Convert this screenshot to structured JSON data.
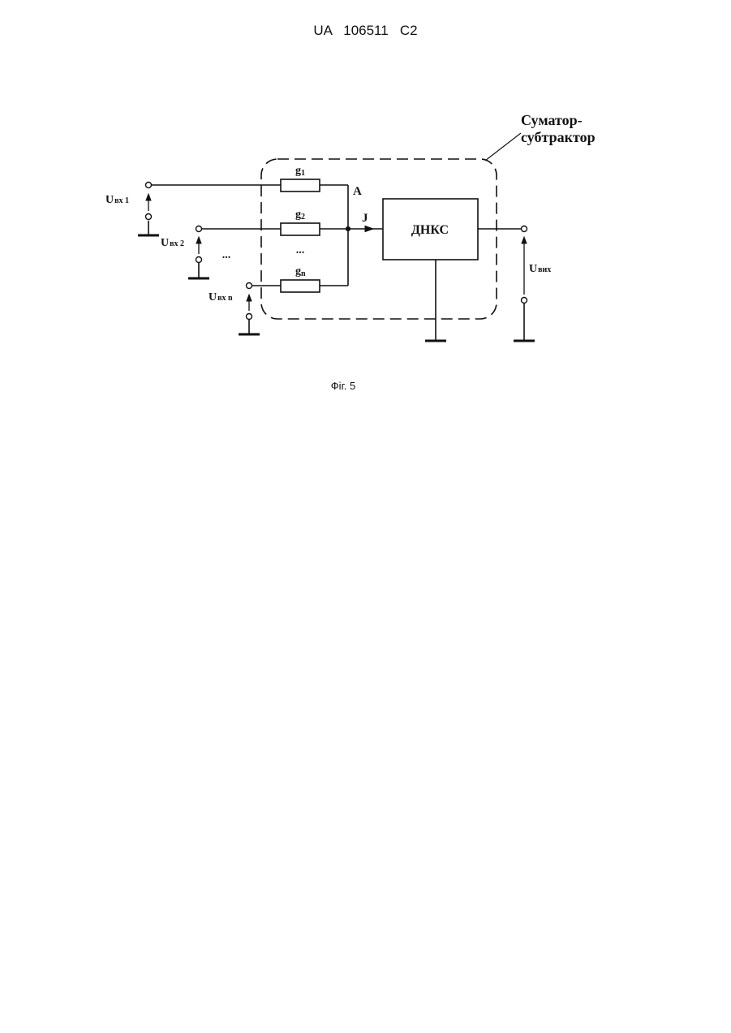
{
  "header": {
    "patent_number": "UA   106511   C2"
  },
  "figure": {
    "caption": "Фіг. 5",
    "block_title_line1": "Суматор-",
    "block_title_line2": "субтрактор",
    "dnks_label": "ДНКС",
    "node_a": "A",
    "current_j": "J",
    "conductances": [
      {
        "main": "g",
        "sub": "1"
      },
      {
        "main": "g",
        "sub": "2"
      },
      {
        "main": "g",
        "sub": "n"
      }
    ],
    "inputs": [
      {
        "main": "U",
        "sub": "вх 1"
      },
      {
        "main": "U",
        "sub": "вх 2"
      },
      {
        "main": "U",
        "sub": "вх n"
      }
    ],
    "output": {
      "main": "U",
      "sub": "вих"
    },
    "ellipsis": "..."
  }
}
